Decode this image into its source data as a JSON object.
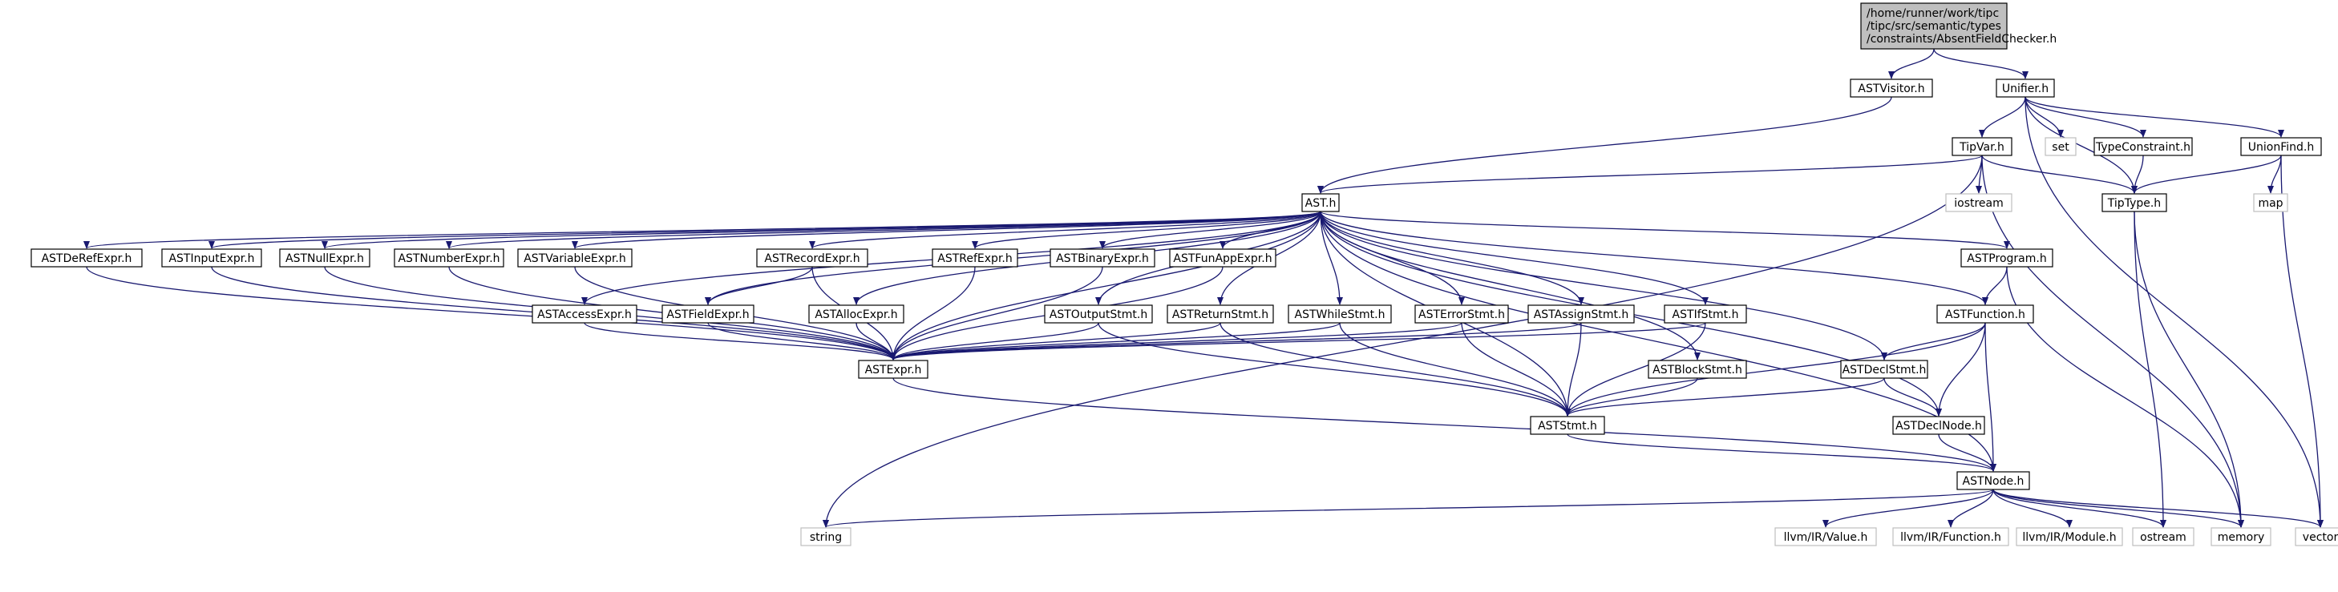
{
  "root": {
    "lines": [
      "/home/runner/work/tipc",
      "/tipc/src/semantic/types",
      "/constraints/AbsentFieldChecker.h"
    ]
  },
  "nodes": {
    "astvisitor": "ASTVisitor.h",
    "unifier": "Unifier.h",
    "set": "set",
    "typeconstraint": "TypeConstraint.h",
    "unionfind": "UnionFind.h",
    "tipvar": "TipVar.h",
    "iostream": "iostream",
    "tiptype": "TipType.h",
    "map": "map",
    "ast": "AST.h",
    "astderefexpr": "ASTDeRefExpr.h",
    "astinputexpr": "ASTInputExpr.h",
    "astnullexpr": "ASTNullExpr.h",
    "astnumberexpr": "ASTNumberExpr.h",
    "astvariableexpr": "ASTVariableExpr.h",
    "astrecordexpr": "ASTRecordExpr.h",
    "astrefexpr": "ASTRefExpr.h",
    "astbinaryexpr": "ASTBinaryExpr.h",
    "astfunappexpr": "ASTFunAppExpr.h",
    "astprogram": "ASTProgram.h",
    "astaccessexpr": "ASTAccessExpr.h",
    "astfieldexpr": "ASTFieldExpr.h",
    "astallocexpr": "ASTAllocExpr.h",
    "astoutputstmt": "ASTOutputStmt.h",
    "astreturnstmt": "ASTReturnStmt.h",
    "astwhilestmt": "ASTWhileStmt.h",
    "asterrorstmt": "ASTErrorStmt.h",
    "astassignstmt": "ASTAssignStmt.h",
    "astifstmt": "ASTIfStmt.h",
    "astfunction": "ASTFunction.h",
    "astexpr": "ASTExpr.h",
    "astblockstmt": "ASTBlockStmt.h",
    "astdeclstmt": "ASTDeclStmt.h",
    "aststmt": "ASTStmt.h",
    "astdeclnode": "ASTDeclNode.h",
    "astnode": "ASTNode.h",
    "string": "string",
    "llvmvalue": "llvm/IR/Value.h",
    "llvmfunction": "llvm/IR/Function.h",
    "llvmmodule": "llvm/IR/Module.h",
    "ostream": "ostream",
    "memory": "memory",
    "vector": "vector"
  },
  "edges": [
    [
      "root",
      "astvisitor"
    ],
    [
      "root",
      "unifier"
    ],
    [
      "astvisitor",
      "ast"
    ],
    [
      "unifier",
      "set"
    ],
    [
      "unifier",
      "typeconstraint"
    ],
    [
      "unifier",
      "unionfind"
    ],
    [
      "unifier",
      "tipvar"
    ],
    [
      "unifier",
      "tiptype"
    ],
    [
      "unifier",
      "vector"
    ],
    [
      "typeconstraint",
      "tiptype"
    ],
    [
      "unionfind",
      "tiptype"
    ],
    [
      "unionfind",
      "map"
    ],
    [
      "unionfind",
      "vector"
    ],
    [
      "tipvar",
      "ast"
    ],
    [
      "tipvar",
      "iostream"
    ],
    [
      "tipvar",
      "tiptype"
    ],
    [
      "tipvar",
      "memory"
    ],
    [
      "tipvar",
      "string"
    ],
    [
      "tiptype",
      "ostream"
    ],
    [
      "tiptype",
      "memory"
    ],
    [
      "ast",
      "astderefexpr"
    ],
    [
      "ast",
      "astinputexpr"
    ],
    [
      "ast",
      "astnullexpr"
    ],
    [
      "ast",
      "astnumberexpr"
    ],
    [
      "ast",
      "astvariableexpr"
    ],
    [
      "ast",
      "astrecordexpr"
    ],
    [
      "ast",
      "astrefexpr"
    ],
    [
      "ast",
      "astbinaryexpr"
    ],
    [
      "ast",
      "astfunappexpr"
    ],
    [
      "ast",
      "astprogram"
    ],
    [
      "ast",
      "astaccessexpr"
    ],
    [
      "ast",
      "astfieldexpr"
    ],
    [
      "ast",
      "astallocexpr"
    ],
    [
      "ast",
      "astoutputstmt"
    ],
    [
      "ast",
      "astreturnstmt"
    ],
    [
      "ast",
      "astwhilestmt"
    ],
    [
      "ast",
      "asterrorstmt"
    ],
    [
      "ast",
      "astassignstmt"
    ],
    [
      "ast",
      "astifstmt"
    ],
    [
      "ast",
      "astfunction"
    ],
    [
      "ast",
      "astexpr"
    ],
    [
      "ast",
      "astblockstmt"
    ],
    [
      "ast",
      "astdeclstmt"
    ],
    [
      "ast",
      "aststmt"
    ],
    [
      "ast",
      "astdeclnode"
    ],
    [
      "ast",
      "astnode"
    ],
    [
      "astderefexpr",
      "astexpr"
    ],
    [
      "astinputexpr",
      "astexpr"
    ],
    [
      "astnullexpr",
      "astexpr"
    ],
    [
      "astnumberexpr",
      "astexpr"
    ],
    [
      "astvariableexpr",
      "astexpr"
    ],
    [
      "astrecordexpr",
      "astexpr"
    ],
    [
      "astrecordexpr",
      "astfieldexpr"
    ],
    [
      "astrefexpr",
      "astexpr"
    ],
    [
      "astbinaryexpr",
      "astexpr"
    ],
    [
      "astfunappexpr",
      "astexpr"
    ],
    [
      "astprogram",
      "astfunction"
    ],
    [
      "astprogram",
      "memory"
    ],
    [
      "astaccessexpr",
      "astexpr"
    ],
    [
      "astfieldexpr",
      "astexpr"
    ],
    [
      "astallocexpr",
      "astexpr"
    ],
    [
      "astoutputstmt",
      "astexpr"
    ],
    [
      "astoutputstmt",
      "aststmt"
    ],
    [
      "astreturnstmt",
      "astexpr"
    ],
    [
      "astreturnstmt",
      "aststmt"
    ],
    [
      "astwhilestmt",
      "astexpr"
    ],
    [
      "astwhilestmt",
      "aststmt"
    ],
    [
      "asterrorstmt",
      "astexpr"
    ],
    [
      "asterrorstmt",
      "aststmt"
    ],
    [
      "astassignstmt",
      "astexpr"
    ],
    [
      "astassignstmt",
      "aststmt"
    ],
    [
      "astifstmt",
      "astexpr"
    ],
    [
      "astifstmt",
      "aststmt"
    ],
    [
      "astfunction",
      "astdeclstmt"
    ],
    [
      "astfunction",
      "astdeclnode"
    ],
    [
      "astfunction",
      "aststmt"
    ],
    [
      "astfunction",
      "astnode"
    ],
    [
      "astexpr",
      "astnode"
    ],
    [
      "astblockstmt",
      "aststmt"
    ],
    [
      "astdeclstmt",
      "astdeclnode"
    ],
    [
      "astdeclstmt",
      "aststmt"
    ],
    [
      "aststmt",
      "astnode"
    ],
    [
      "astdeclnode",
      "astnode"
    ],
    [
      "astnode",
      "string"
    ],
    [
      "astnode",
      "llvmvalue"
    ],
    [
      "astnode",
      "llvmfunction"
    ],
    [
      "astnode",
      "llvmmodule"
    ],
    [
      "astnode",
      "ostream"
    ],
    [
      "astnode",
      "memory"
    ],
    [
      "astnode",
      "vector"
    ]
  ]
}
